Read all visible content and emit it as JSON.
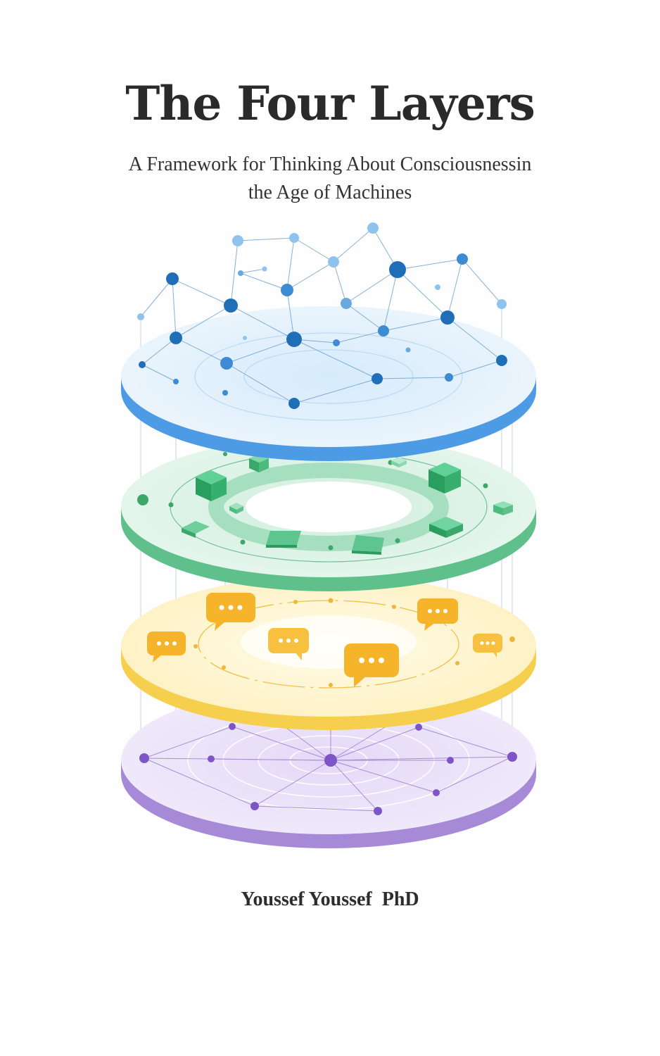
{
  "cover": {
    "title": "The Four Layers",
    "subtitle_line1": "A Framework for Thinking About Consciousnessin",
    "subtitle_line2": "the Age of Machines",
    "author": "Youssef Youssef  PhD"
  },
  "illustration": {
    "icons": [
      "network-graph",
      "cubes",
      "chat-bubbles",
      "radial-network"
    ],
    "colors": {
      "layer_blue": "#5aa7e8",
      "layer_green": "#5fc08c",
      "layer_yellow": "#f6cf4f",
      "layer_purple": "#a68ad8",
      "node_blue": "#1f6fb8",
      "chat_orange": "#f5b42a"
    }
  }
}
